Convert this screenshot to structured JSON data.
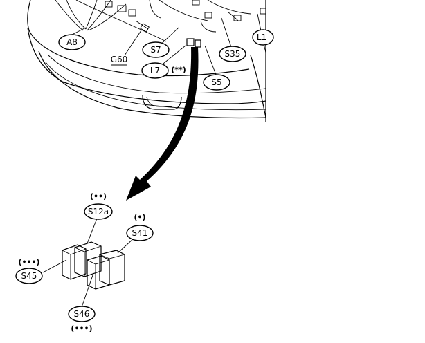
{
  "labels": {
    "a8": "A8",
    "g60": "G60",
    "s7": "S7",
    "l7": "L7",
    "l7_mark": "(**)",
    "s35": "S35",
    "l1": "L1",
    "s5": "S5",
    "s12a": "S12a",
    "s12a_mark": "(••)",
    "s41": "S41",
    "s41_mark": "(•)",
    "s45": "S45",
    "s45_mark": "(•••)",
    "s46": "S46",
    "s46_mark": "(•••)"
  },
  "colors": {
    "line": "#000000",
    "background": "#ffffff"
  }
}
